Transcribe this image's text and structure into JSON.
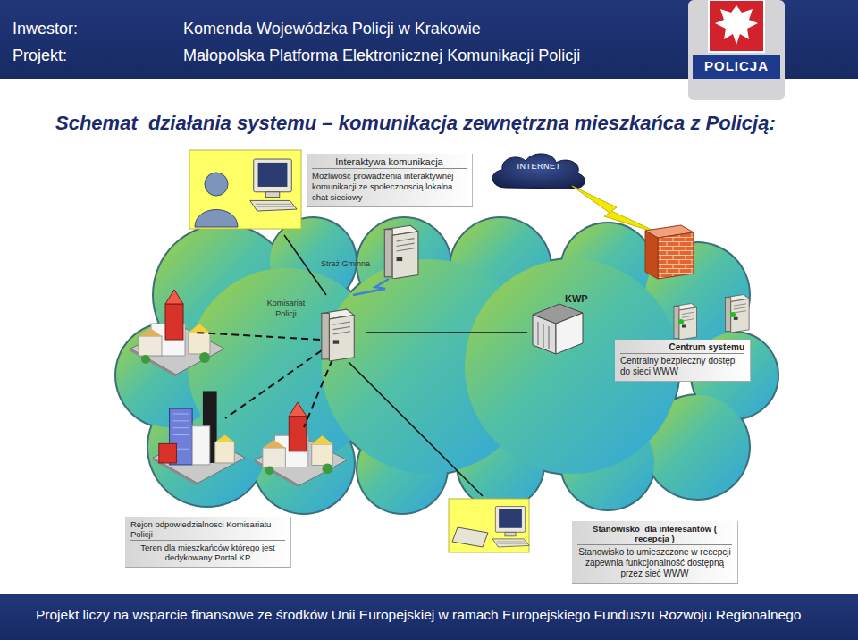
{
  "diagram": {
    "title": "Schemat  działania systemu – komunikacja zewnętrzna mieszkańca z Policją:",
    "nodes": [
      {
        "text": [
          "Interaktywa komunikacja",
          "Możliwość prowadzenia interaktywnej komunikacji ze społecznoscią lokalna chat sieciowy"
        ]
      },
      {
        "text": [
          "INTERNET"
        ]
      },
      {
        "text": [
          "Komisariat Policji"
        ]
      },
      {
        "text": [
          "KWP"
        ]
      },
      {
        "text": [
          "Centrum systemu",
          "Centralny bezpieczny dostęp do sieci WWW"
        ]
      },
      {
        "text": [
          "Straż Gminna"
        ]
      },
      {
        "text": [
          "Rejon odpowiedzialnosci Komisariatu Policji",
          "Teren dla mieszkańców którego jest dedykowany Portal KP"
        ]
      },
      {
        "text": [
          "Stanowisko  dla interesantów ( recepcja )",
          "Stanowisko to umieszczone w recepcji zapewnia funkcjonalność dostępną przez sieć WWW"
        ]
      }
    ],
    "edges": [
      {
        "from": 0,
        "to": 2,
        "arrow": "none"
      },
      {
        "from": 5,
        "to": 2,
        "arrow": "none"
      },
      {
        "from": 2,
        "to": 3,
        "arrow": "none"
      },
      {
        "from": 2,
        "to": 7,
        "arrow": "none"
      }
    ],
    "labels": [
      "Inwestor:",
      "Komenda Wojewódzka Policji w Krakowie",
      "Projekt:",
      "Małopolska Platforma Elektronicznej Komunikacji Policji",
      "POLICJA",
      "Projekt liczy na wsparcie finansowe ze środków Unii Europejskiej w ramach Europejskiego Funduszu Rozwoju Regionalnego"
    ]
  }
}
